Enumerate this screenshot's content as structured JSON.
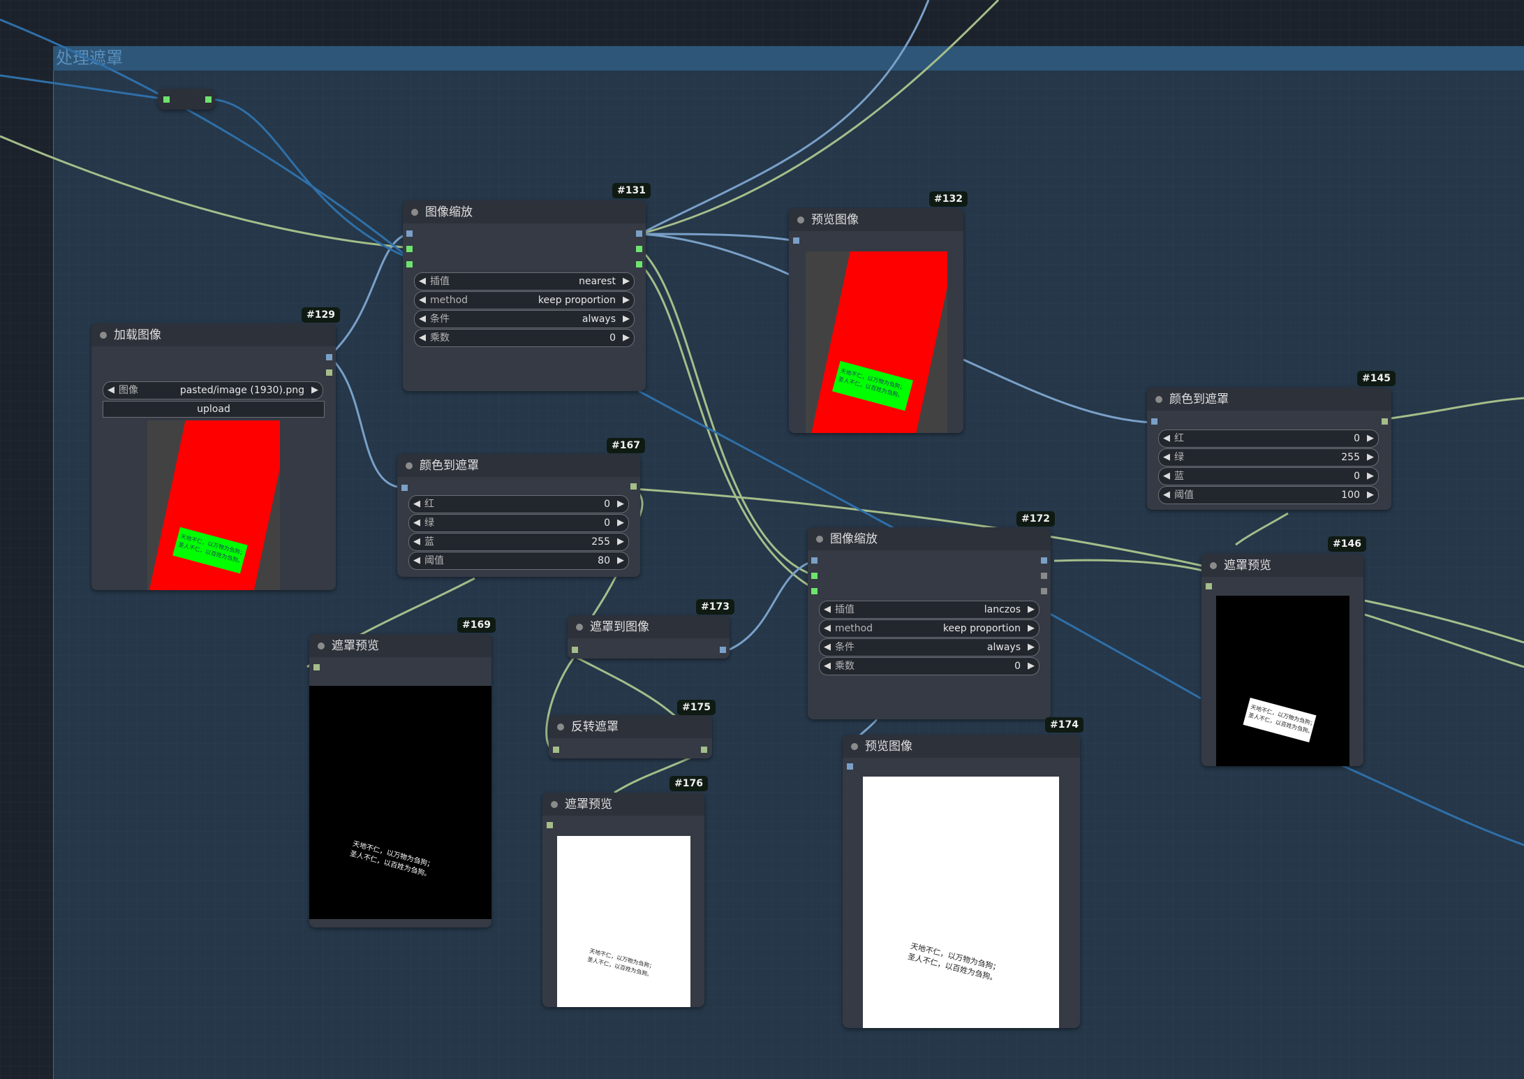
{
  "group": {
    "title": "处理遮罩"
  },
  "colors": {
    "image_link": "#7aa0c8",
    "mask_link": "#a5bd8a",
    "blue_link": "#2f6fa8",
    "red_fill": "#ff0000",
    "green_fill": "#00ff00"
  },
  "reroute": {
    "icon": "reroute-node"
  },
  "nodes": {
    "n129": {
      "badge": "#129",
      "title": "加载图像",
      "image_widget": {
        "label": "图像",
        "value": "pasted/image (1930).png"
      },
      "upload_label": "upload",
      "caption": [
        "天地不仁，以万物为刍狗；",
        "圣人不仁，以百姓为刍狗。"
      ]
    },
    "n131": {
      "badge": "#131",
      "title": "图像缩放",
      "widgets": [
        {
          "label": "插值",
          "value": "nearest"
        },
        {
          "label": "method",
          "value": "keep proportion"
        },
        {
          "label": "条件",
          "value": "always"
        },
        {
          "label": "乘数",
          "value": "0"
        }
      ]
    },
    "n132": {
      "badge": "#132",
      "title": "预览图像",
      "caption": [
        "天地不仁，以万物为刍狗；",
        "圣人不仁，以百姓为刍狗。"
      ]
    },
    "n145": {
      "badge": "#145",
      "title": "颜色到遮罩",
      "widgets": [
        {
          "label": "红",
          "value": "0"
        },
        {
          "label": "绿",
          "value": "255"
        },
        {
          "label": "蓝",
          "value": "0"
        },
        {
          "label": "阈值",
          "value": "100"
        }
      ]
    },
    "n146": {
      "badge": "#146",
      "title": "遮罩预览",
      "caption": [
        "天地不仁，以万物为刍狗；",
        "圣人不仁，以百姓为刍狗。"
      ]
    },
    "n167": {
      "badge": "#167",
      "title": "颜色到遮罩",
      "widgets": [
        {
          "label": "红",
          "value": "0"
        },
        {
          "label": "绿",
          "value": "0"
        },
        {
          "label": "蓝",
          "value": "255"
        },
        {
          "label": "阈值",
          "value": "80"
        }
      ]
    },
    "n169": {
      "badge": "#169",
      "title": "遮罩预览",
      "caption": [
        "天地不仁，以万物为刍狗；",
        "圣人不仁，以百姓为刍狗。"
      ]
    },
    "n172": {
      "badge": "#172",
      "title": "图像缩放",
      "widgets": [
        {
          "label": "插值",
          "value": "lanczos"
        },
        {
          "label": "method",
          "value": "keep proportion"
        },
        {
          "label": "条件",
          "value": "always"
        },
        {
          "label": "乘数",
          "value": "0"
        }
      ]
    },
    "n173": {
      "badge": "#173",
      "title": "遮罩到图像"
    },
    "n174": {
      "badge": "#174",
      "title": "预览图像",
      "caption": [
        "天地不仁，以万物为刍狗；",
        "圣人不仁，以百姓为刍狗。"
      ]
    },
    "n175": {
      "badge": "#175",
      "title": "反转遮罩"
    },
    "n176": {
      "badge": "#176",
      "title": "遮罩预览",
      "caption": [
        "天地不仁，以万物为刍狗；",
        "圣人不仁，以百姓为刍狗。"
      ]
    }
  }
}
